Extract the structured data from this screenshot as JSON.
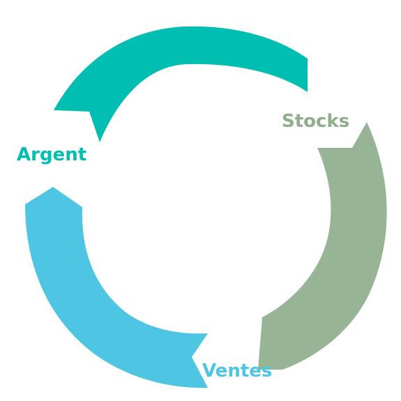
{
  "diagram": {
    "segments": [
      {
        "name": "segment-argent-to-stocks",
        "color": "#00BFB2"
      },
      {
        "name": "segment-stocks-to-ventes",
        "color": "#97B594"
      },
      {
        "name": "segment-ventes-to-argent",
        "color": "#4DC5E3"
      }
    ],
    "labels": {
      "argent": {
        "text": "Argent",
        "color": "#00BFB2"
      },
      "stocks": {
        "text": "Stocks",
        "color": "#8FAE8B"
      },
      "ventes": {
        "text": "Ventes",
        "color": "#4DC5E3"
      }
    }
  }
}
